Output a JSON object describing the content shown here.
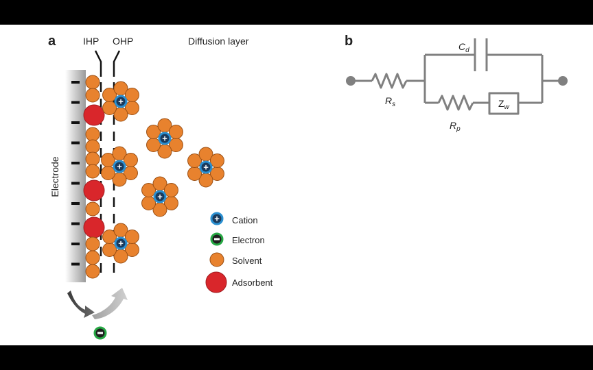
{
  "panel_a": {
    "label": "a",
    "ihp": "IHP",
    "ohp": "OHP",
    "diffusion": "Diffusion layer",
    "electrode": "Electrode",
    "legend": {
      "cation": "Cation",
      "electron": "Electron",
      "solvent": "Solvent",
      "adsorbent": "Adsorbent"
    }
  },
  "panel_b": {
    "label": "b",
    "rs": "R",
    "rs_sub": "s",
    "rp": "R",
    "rp_sub": "p",
    "cd": "C",
    "cd_sub": "d",
    "zw": "Z",
    "zw_sub": "w"
  },
  "colors": {
    "solvent": "#e8822e",
    "solvent_stroke": "#9a4f14",
    "adsorbent": "#d9262b",
    "cation_fill": "#1a3a5c",
    "cation_ring": "#2a8fd0",
    "electron_fill": "#1e1e1e",
    "electron_ring": "#27a844",
    "circuit": "#808080"
  }
}
